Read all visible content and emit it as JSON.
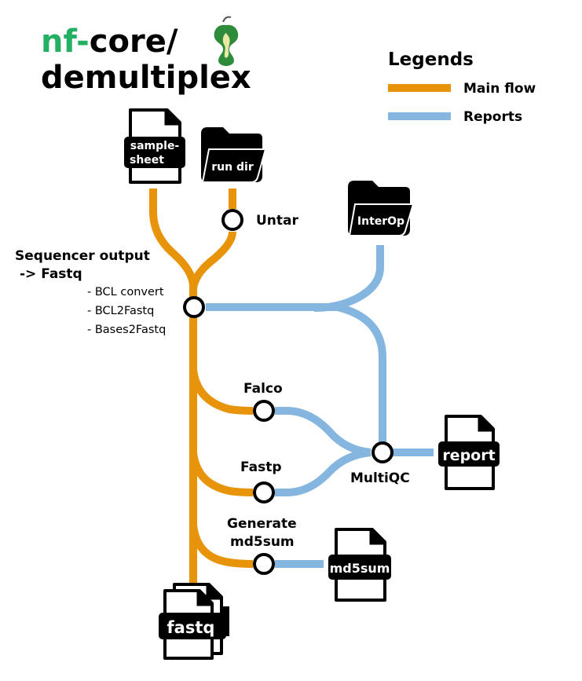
{
  "title": {
    "prefix": "nf-",
    "core": "core/",
    "name": "demultiplex"
  },
  "legend": {
    "heading": "Legends",
    "items": [
      {
        "label": "Main flow",
        "color": "#E8940A"
      },
      {
        "label": "Reports",
        "color": "#85B6E0"
      }
    ]
  },
  "colors": {
    "main_flow": "#E8940A",
    "reports": "#85B6E0",
    "brand_green": "#24B064"
  },
  "inputs": {
    "samplesheet_line1": "sample-",
    "samplesheet_line2": "sheet",
    "run_dir": "run dir",
    "interop": "InterOp"
  },
  "steps": {
    "untar": "Untar",
    "sequencer_line1": "Sequencer output",
    "sequencer_line2": "-> Fastq",
    "tools": [
      "- BCL convert",
      "- BCL2Fastq",
      "- Bases2Fastq"
    ],
    "falco": "Falco",
    "fastp": "Fastp",
    "md5_line1": "Generate",
    "md5_line2": "md5sum",
    "multiqc": "MultiQC"
  },
  "outputs": {
    "report": "report",
    "md5sum": "md5sum",
    "fastq": "fastq"
  }
}
